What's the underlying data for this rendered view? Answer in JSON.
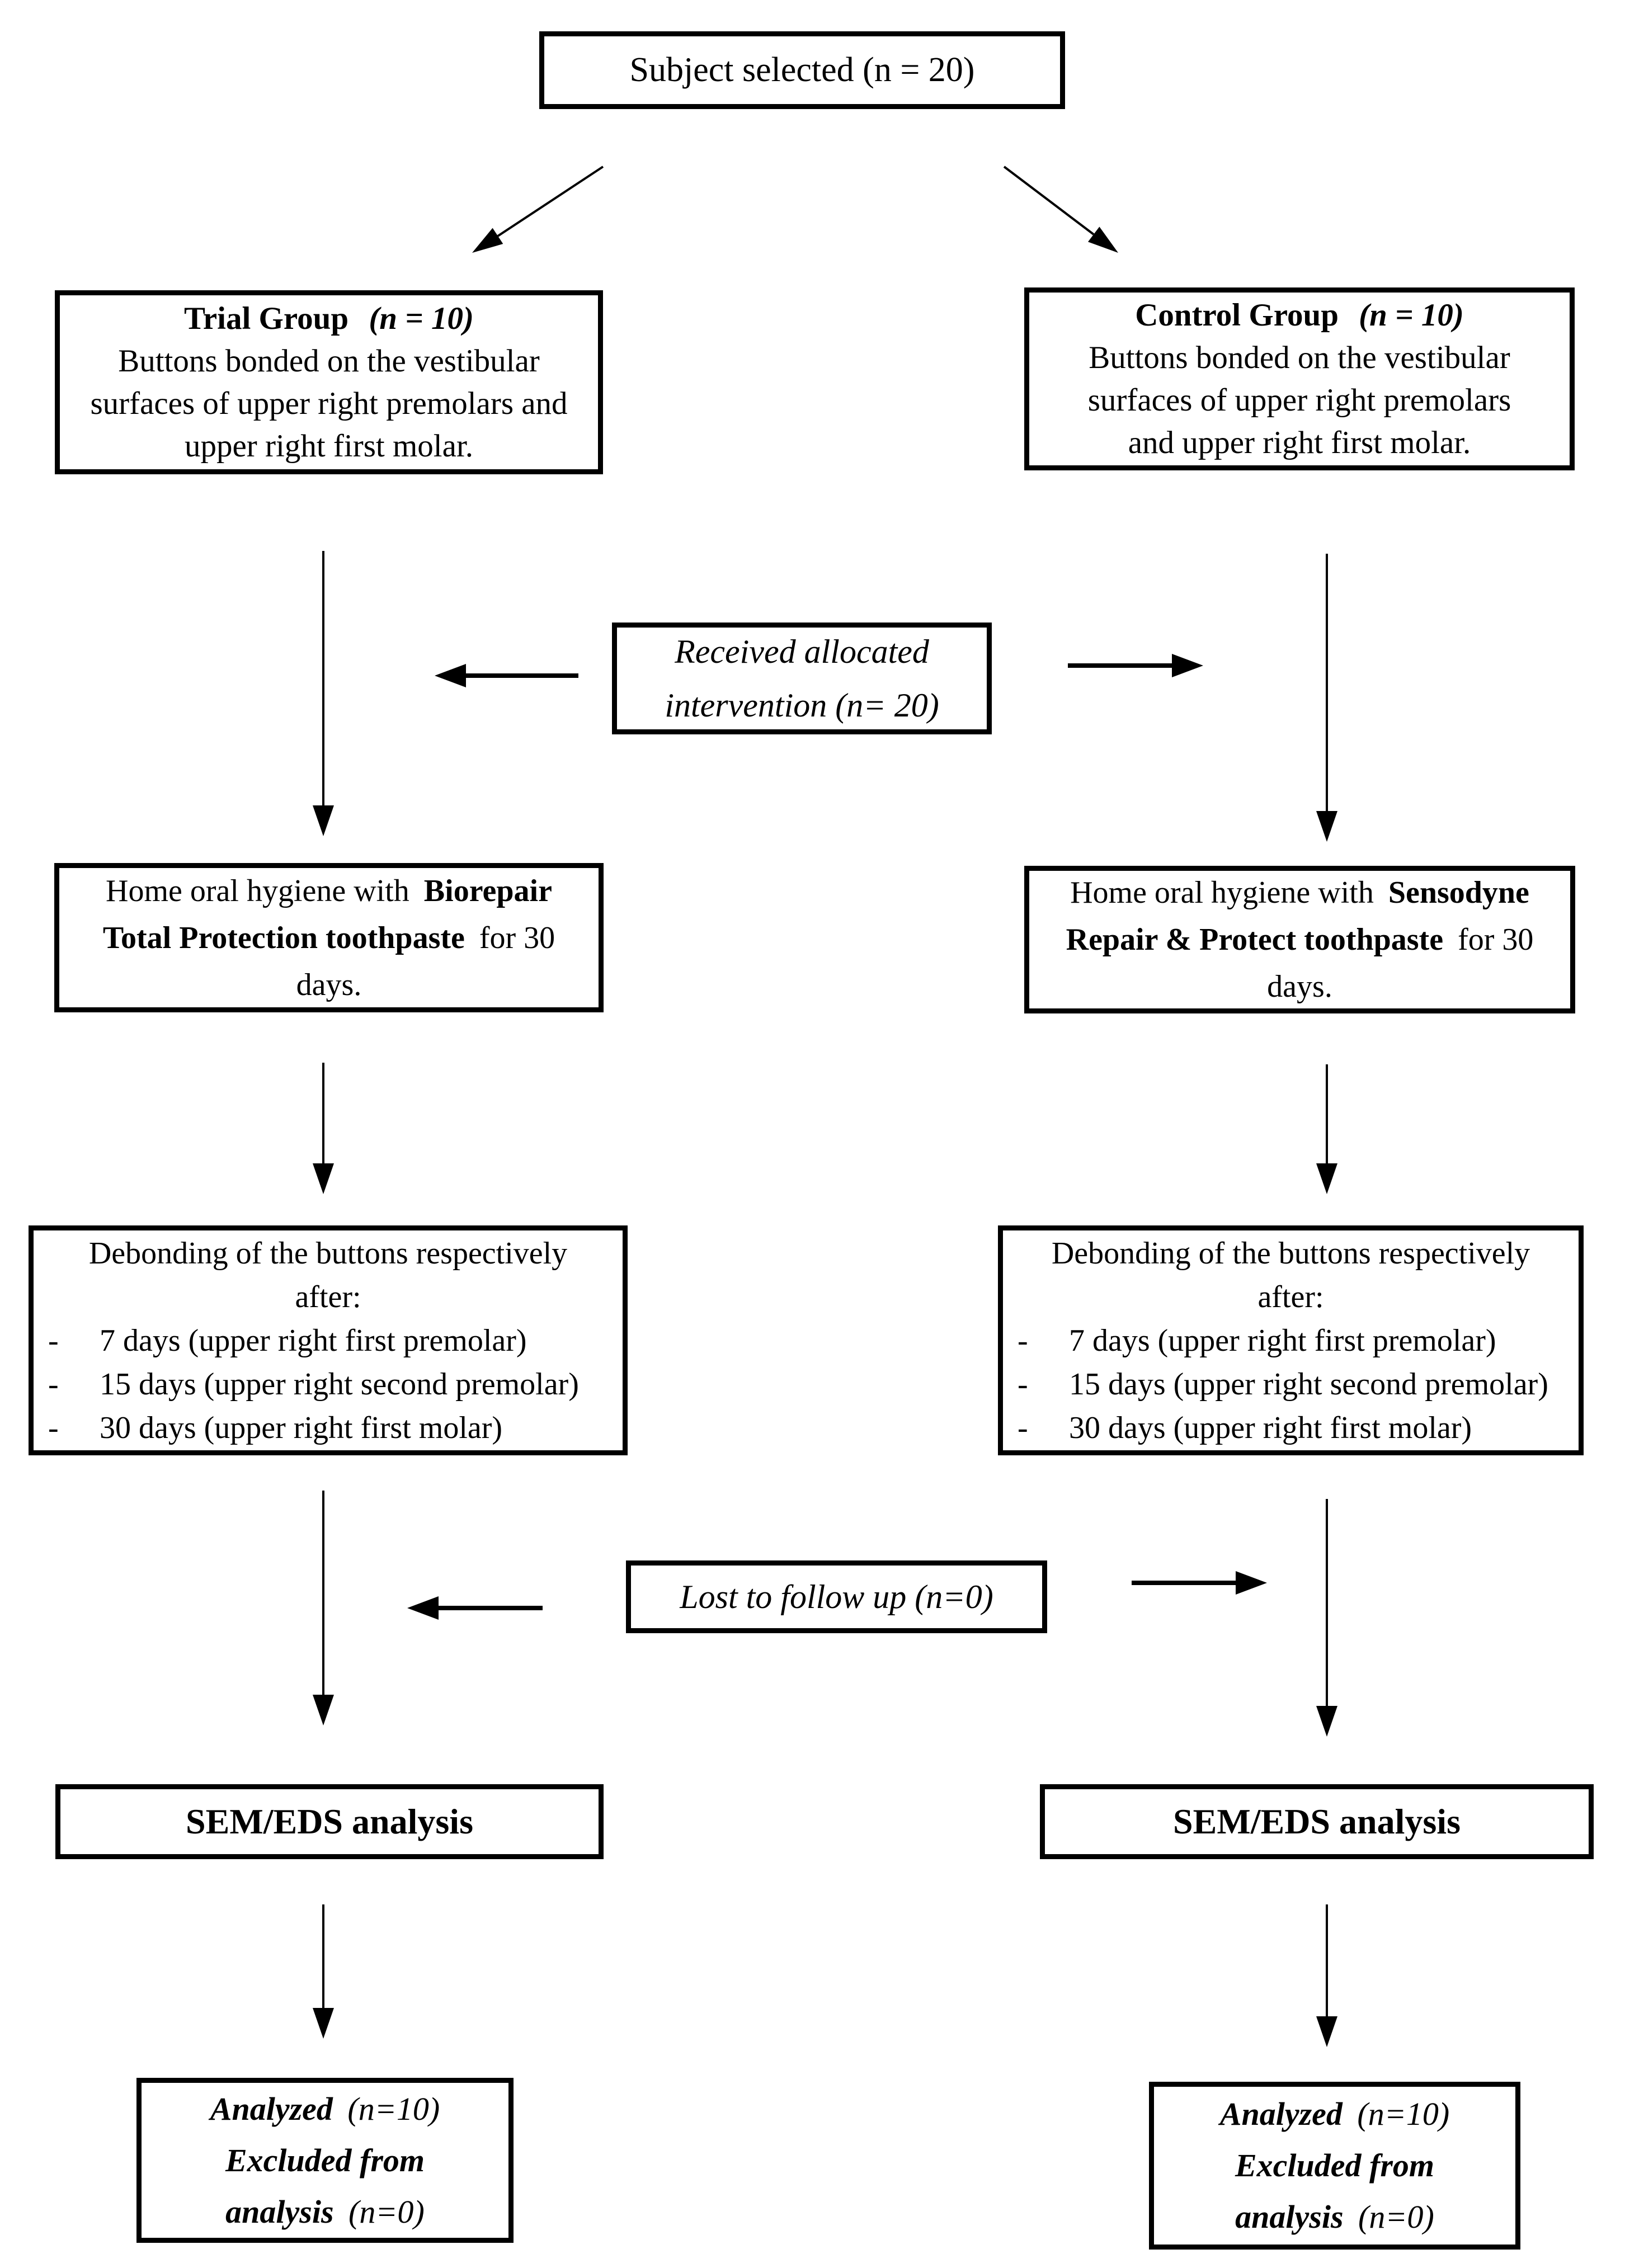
{
  "colors": {
    "ink": "#000000",
    "background": "#ffffff"
  },
  "subject_box": {
    "text": "Subject selected (n = 20)"
  },
  "trial_box": {
    "title": "Trial Group",
    "n": "(n = 10)",
    "body_lines": [
      "Buttons bonded on the vestibular",
      "surfaces of upper right premolars and",
      "upper right first molar."
    ]
  },
  "control_box": {
    "title": "Control Group",
    "n": "(n = 10)",
    "body_lines": [
      "Buttons bonded on the vestibular",
      "surfaces of upper right premolars",
      "and upper right first molar."
    ]
  },
  "received_box": {
    "line1": "Received allocated",
    "line2": "intervention (n= 20)"
  },
  "hygiene_left": {
    "l1_pre": "Home oral hygiene with ",
    "l1_bold": "Biorepair",
    "l2_bold": "Total Protection toothpaste",
    "l2_post": " for 30",
    "l3": "days."
  },
  "hygiene_right": {
    "l1_pre": "Home oral hygiene with ",
    "l1_bold": "Sensodyne",
    "l2_bold": "Repair & Protect toothpaste",
    "l2_post": " for 30",
    "l3": "days."
  },
  "debonding_left": {
    "heading_line1": "Debonding of the buttons respectively",
    "heading_line2": "after:",
    "dash": "-",
    "items": [
      "7 days (upper right first premolar)",
      "15 days (upper right second premolar)",
      "30 days (upper right first molar)"
    ]
  },
  "debonding_right": {
    "heading_line1": "Debonding of the buttons respectively",
    "heading_line2": "after:",
    "dash": "-",
    "items": [
      "7 days (upper right first premolar)",
      "15 days (upper right second premolar)",
      "30 days (upper right first molar)"
    ]
  },
  "lost_box": {
    "text": "Lost to follow up (n=0)"
  },
  "sem_left": {
    "text": "SEM/EDS analysis"
  },
  "sem_right": {
    "text": "SEM/EDS analysis"
  },
  "analyzed_left": {
    "l1_bold": "Analyzed",
    "l1_n": "(n=10)",
    "l2_bold": "Excluded from",
    "l3_bold": "analysis",
    "l3_n": "(n=0)"
  },
  "analyzed_right": {
    "l1_bold": "Analyzed",
    "l1_n": "(n=10)",
    "l2_bold": "Excluded from",
    "l3_bold": "analysis",
    "l3_n": "(n=0)"
  }
}
